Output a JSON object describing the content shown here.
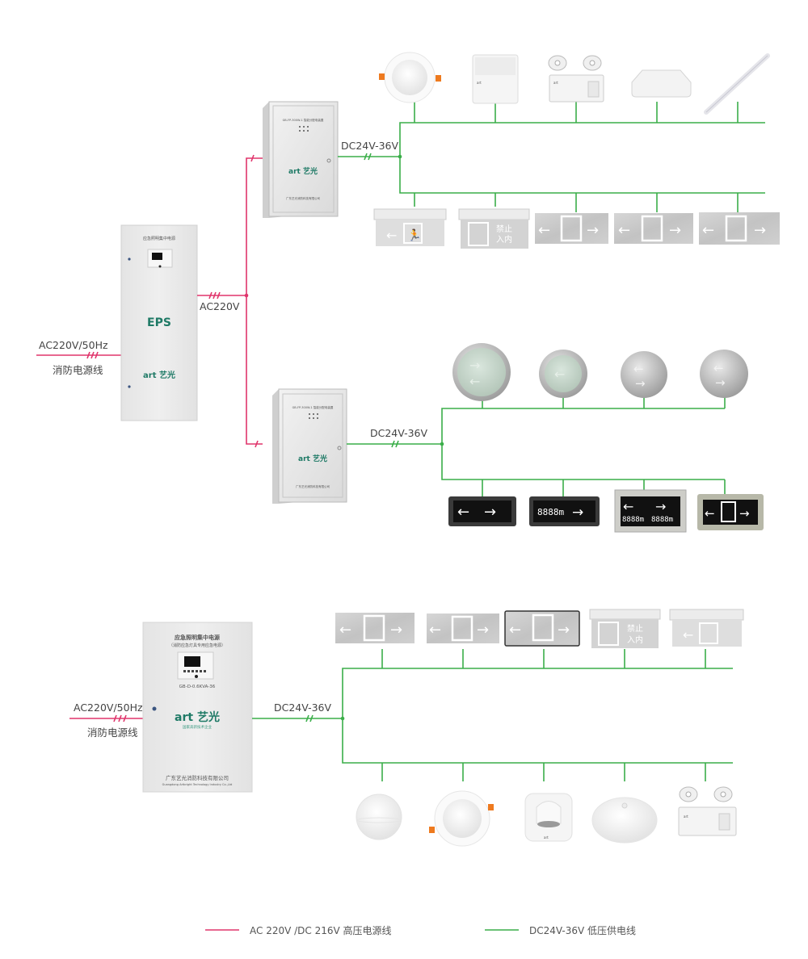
{
  "diagram": {
    "colors": {
      "high_voltage_line": "#e0356c",
      "low_voltage_line": "#3aae49",
      "brand_green": "#1f7a66"
    },
    "section_top": {
      "input": {
        "voltage_label": "AC220V/50Hz",
        "source_label": "消防电源线"
      },
      "eps_cabinet": {
        "name": "EPS",
        "panel_title": "应急照明集中电源",
        "brand": "art 艺光"
      },
      "trunk_label": "AC220V",
      "distribution_boxes": [
        {
          "name": "distribution-box-upper",
          "model_label": "GB-FP-300W-1 智能分配电装置",
          "brand": "art 艺光",
          "company": "广东艺光消防科技有限公司",
          "output_label": "DC24V-36V",
          "upper_bus_devices": [
            "recessed-downlight",
            "wall-emergency-light",
            "twin-head-emergency-light",
            "ceiling-box-light",
            "linear-tube-light"
          ],
          "lower_bus_devices": [
            "hanging-exit-sign-left",
            "hanging-no-entry-sign",
            "exit-sign-bidirectional-1",
            "exit-sign-bidirectional-2",
            "exit-sign-bidirectional-3"
          ]
        },
        {
          "name": "distribution-box-lower",
          "model_label": "GB-FP-300W-1 智能分配电装置",
          "brand": "art 艺光",
          "company": "广东艺光消防科技有限公司",
          "output_label": "DC24V-36V",
          "upper_bus_devices": [
            "floor-sign-round-large",
            "floor-sign-round-left",
            "floor-sign-steel-1",
            "floor-sign-steel-2"
          ],
          "lower_bus_devices": [
            "floor-sign-bidirectional",
            "floor-sign-distance",
            "floor-sign-double-distance",
            "floor-sign-exit"
          ],
          "distance_readout": "8888m"
        }
      ]
    },
    "section_bottom": {
      "input": {
        "voltage_label": "AC220V/50Hz",
        "source_label": "消防电源线"
      },
      "central_power": {
        "panel_title": "应急照明集中电源",
        "panel_subtitle": "（消防应急灯具专用应急电源）",
        "model": "GB-D-0.6KVA-36",
        "brand": "art 艺光",
        "brand_tagline": "国家高新技术企业",
        "company": "广东艺光消防科技有限公司",
        "company_en": "Guangdong Artbright Technology Industry Co.,Ltd"
      },
      "output_label": "DC24V-36V",
      "upper_bus_devices": [
        "exit-sign-bidirectional-a",
        "exit-sign-bidirectional-b",
        "exit-sign-bidirectional-framed",
        "hanging-no-entry-sign",
        "hanging-exit-sign-left"
      ],
      "lower_bus_devices": [
        "dome-light",
        "recessed-downlight",
        "square-wall-light",
        "round-ceiling-light",
        "twin-head-emergency-light"
      ]
    },
    "sign_text": {
      "no_entry_line1": "禁止",
      "no_entry_line2": "入内",
      "distance": "8888m"
    },
    "legend": [
      {
        "label": "AC 220V  /DC 216V  高压电源线",
        "color": "#e0356c"
      },
      {
        "label": "DC24V-36V  低压供电线",
        "color": "#3aae49"
      }
    ]
  }
}
